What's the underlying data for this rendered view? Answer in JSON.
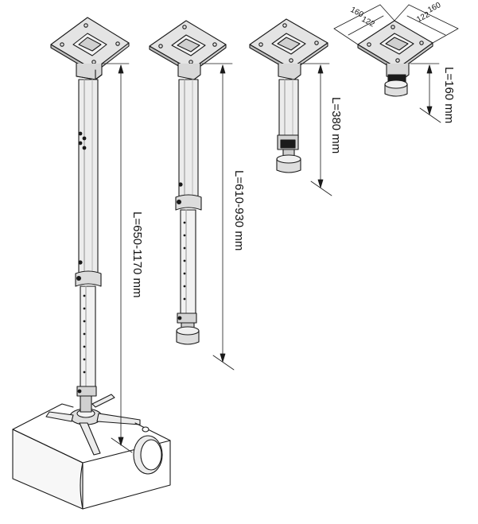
{
  "colors": {
    "line": "#1a1a1a",
    "metal": "#d9d9d9",
    "metal_dark": "#9a9a9a",
    "background": "#ffffff"
  },
  "labels": {
    "mount_long": "L=650-1170 mm",
    "mount_medium": "L=610-930 mm",
    "mount_short": "L=380 mm",
    "mount_fixed": "L=160 mm"
  },
  "plate_dimensions": {
    "outer_left": "160",
    "outer_right": "160",
    "inner_left": "122",
    "inner_right": "122"
  }
}
